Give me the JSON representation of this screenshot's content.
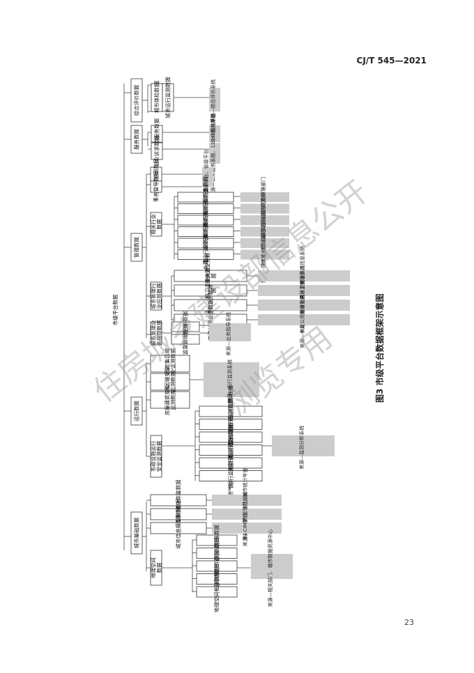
{
  "header": {
    "standard_code": "CJ/T 545—2021"
  },
  "footer": {
    "page_number": "23"
  },
  "figure": {
    "caption": "图3 市级平台数据框架示意图"
  },
  "watermark": {
    "line1": "住房城乡建设部信息公开",
    "line2": "浏览专用"
  },
  "tree": {
    "root": "市级平台数据",
    "categories": [
      {
        "label": "综合评价数据",
        "children": [
          {
            "label": "城市体检数据"
          },
          {
            "label": "城市运行监测数据"
          }
        ],
        "source": "来源—综合评价系统"
      },
      {
        "label": "服务数据",
        "children": [
          {
            "label": "公众服务数据",
            "source": "来源—公众服务系统"
          },
          {
            "label": "公众诉求数据",
            "source": "来源—公众服务系统、12345热线平台"
          }
        ]
      },
      {
        "label": "管理数据",
        "children": [
          {
            "label": "指挥协调数据",
            "source": "来源—国家平台、省级平台"
          },
          {
            "label": "事务督导数据"
          },
          {
            "label": "相关行业数据",
            "children": [
              {
                "label": "生态环境行业数据",
                "source": "来源—生态环境部门"
              },
              {
                "label": "自然资源行业数据",
                "source": "来源—自然资源部门"
              },
              {
                "label": "交通运输行业数据",
                "source": "来源—交通运输部门"
              },
              {
                "label": "公安交管行业数据",
                "source": "来源—公安交管部门"
              },
              {
                "label": "市场监管行业数据",
                "source": "来源—市场监管部门"
              },
              {
                "label": "城乡建设行业数据",
                "source": "来源—住房城乡建设部门"
              }
            ]
          },
          {
            "label": "城市管理行业应用数据",
            "children": [
              {
                "label": "城市管理执法业务数据",
                "source": "来源—城市管理执法信息系统"
              },
              {
                "label": "市容环境卫生业务数据",
                "source": "来源—市容环卫信息系统"
              },
              {
                "label": "园林绿化业务数据",
                "source": "来源—园林绿化信息系统"
              },
              {
                "label": "市政公用业务数据",
                "source": "来源—市政公用信息系统"
              }
            ]
          },
          {
            "label": "城市管理业务指导数据",
            "children": [
              {
                "label": "统计分析数据"
              },
              {
                "label": "监督管理数据"
              }
            ],
            "source": "来源—业务指导系统"
          }
        ]
      },
      {
        "label": "运行数据",
        "children": [
          {
            "label": "人员密集区域安全监测数据"
          },
          {
            "label": "交通运输安全监测数据"
          },
          {
            "label": "房屋建筑安全监测数据"
          },
          {
            "label": "市政设施运行安全监测数据",
            "children": [
              {
                "label": "综合管廊运行监测数据"
              },
              {
                "label": "供热管网运行监测数据"
              },
              {
                "label": "桥梁运行监测数据"
              },
              {
                "label": "排水管网运行监测数据"
              },
              {
                "label": "供水管网运行监测数据"
              },
              {
                "label": "燃气运行监测数据"
              }
            ],
            "source": "来源—监测分析系统"
          }
        ],
        "source": "来源—运行监测系统"
      },
      {
        "label": "城市基础数据",
        "children": [
          {
            "label": "城市统计年鉴数据",
            "source": "来源—统计部门、城市统计年鉴"
          },
          {
            "label": "部件事件数据",
            "source": "来源—城市管理数据库"
          },
          {
            "label": "城市信息模型数据",
            "source": "来源—CIM平台"
          },
          {
            "label": "地理空间数据",
            "children": [
              {
                "label": "地图影像数据"
              },
              {
                "label": "单元网格数据"
              },
              {
                "label": "管理部件数据"
              },
              {
                "label": "单元网格数据"
              },
              {
                "label": "地理空间框架数据"
              }
            ],
            "source": "来源—相关部门、城市数据资源中心"
          }
        ]
      }
    ]
  }
}
